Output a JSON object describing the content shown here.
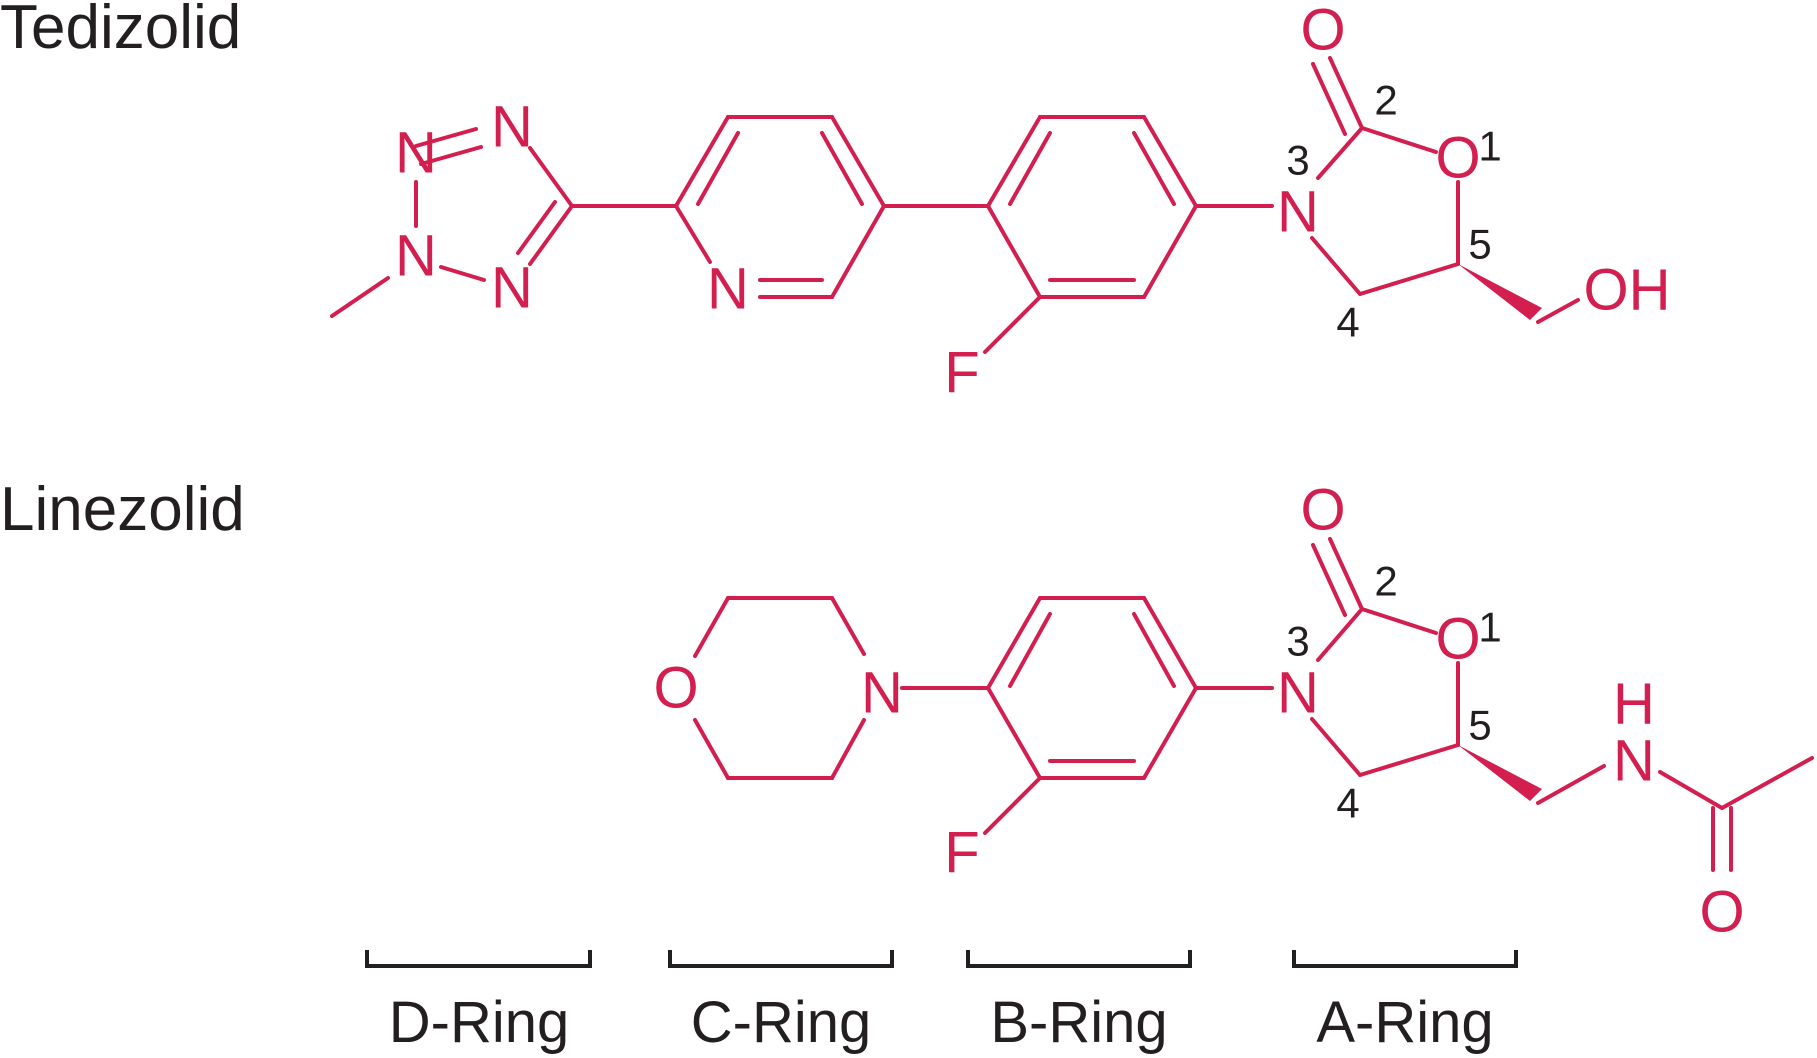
{
  "titles": {
    "tedizolid": "Tedizolid",
    "linezolid": "Linezolid"
  },
  "atoms": {
    "N": "N",
    "O": "O",
    "F": "F",
    "OH": "OH",
    "H": "H"
  },
  "position_numbers": {
    "p1": "1",
    "p2": "2",
    "p3": "3",
    "p4": "4",
    "p5": "5"
  },
  "ring_labels": {
    "d_ring": "D-Ring",
    "c_ring": "C-Ring",
    "b_ring": "B-Ring",
    "a_ring": "A-Ring"
  },
  "colors": {
    "structure": "#d21f4f",
    "text": "#231f20"
  }
}
